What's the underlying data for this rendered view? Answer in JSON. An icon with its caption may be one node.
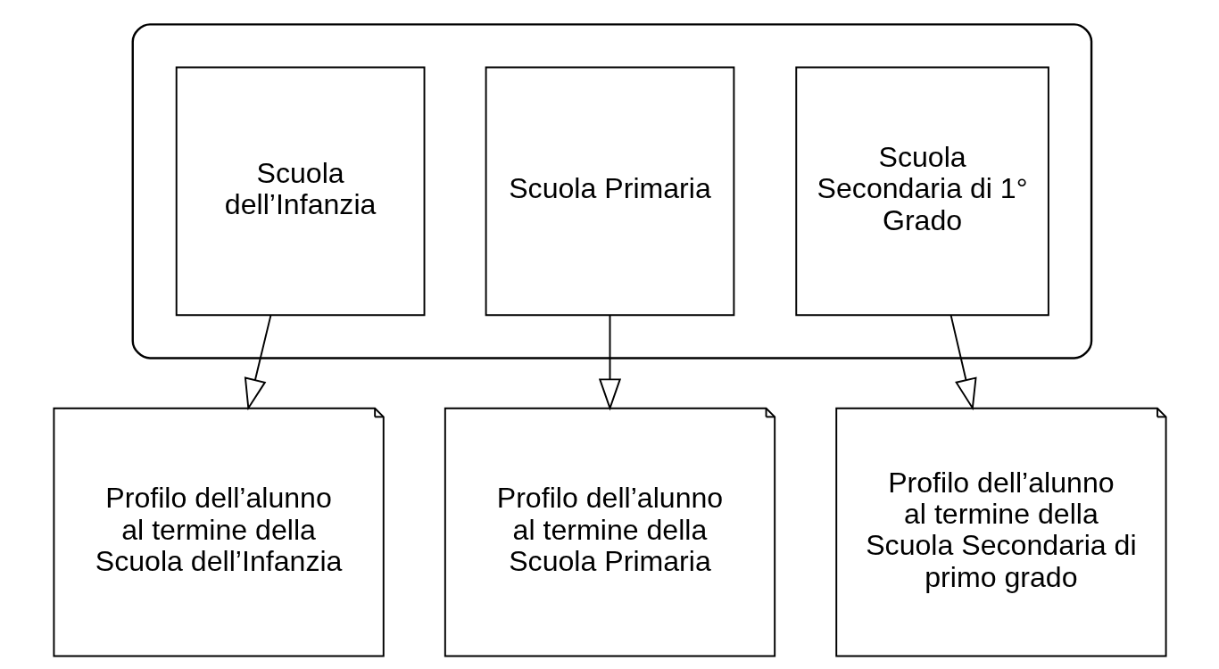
{
  "diagram": {
    "nodes": [
      {
        "text": [],
        "shape": "box"
      },
      {
        "text": [
          "Scuola dell’Infanzia"
        ],
        "in": 0
      },
      {
        "text": [
          "Scuola Primaria"
        ],
        "in": 0
      },
      {
        "text": [
          "Scuola Secondaria di 1° Grado"
        ],
        "in": 0
      },
      {
        "text": [
          "Profilo dell’alunno al termine della Scuola dell’Infanzia"
        ]
      },
      {
        "text": [
          "Profilo dell’alunno al termine della Scuola Primaria"
        ]
      },
      {
        "text": [
          "Profilo dell’alunno al termine della Scuola Secondaria di primo grado"
        ]
      }
    ],
    "edges": [
      {
        "from": 1,
        "to": 4,
        "arrow": "to"
      },
      {
        "from": 2,
        "to": 5,
        "arrow": "to"
      },
      {
        "from": 3,
        "to": 6,
        "arrow": "to"
      }
    ]
  }
}
